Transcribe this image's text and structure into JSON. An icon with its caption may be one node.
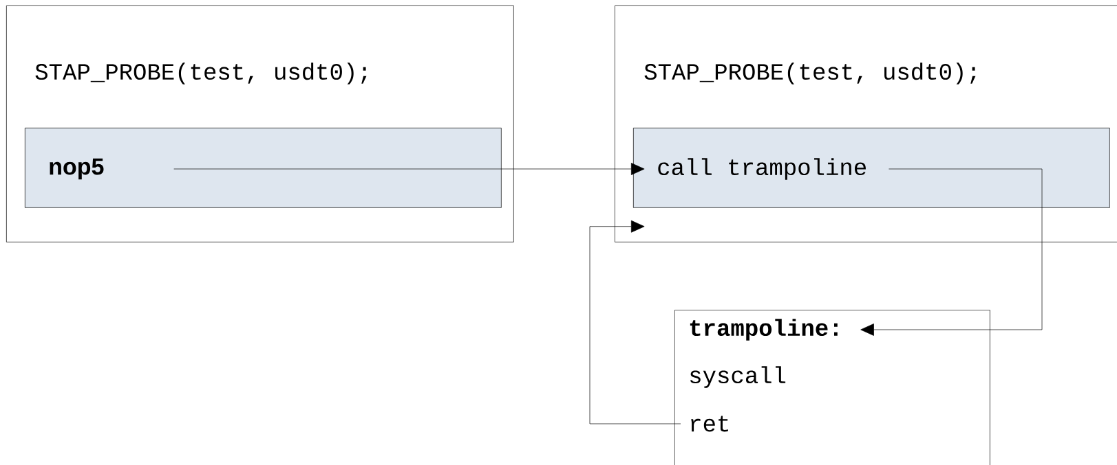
{
  "diagram": {
    "nodes": [
      {
        "text": [
          "STAP_PROBE(test, usdt0);"
        ]
      },
      {
        "text": [
          "nop5"
        ],
        "in": 0
      },
      {
        "text": [
          "STAP_PROBE(test, usdt0);"
        ]
      },
      {
        "text": [
          "call trampoline"
        ],
        "in": 2
      },
      {
        "text": [
          "trampoline:",
          "syscall",
          "ret"
        ]
      }
    ],
    "edges": [
      {
        "from": 1,
        "to": 3,
        "arrow": "to"
      },
      {
        "from": 3,
        "to": 4,
        "arrow": "to"
      },
      {
        "from": 4,
        "to": 2,
        "arrow": "to"
      }
    ]
  }
}
